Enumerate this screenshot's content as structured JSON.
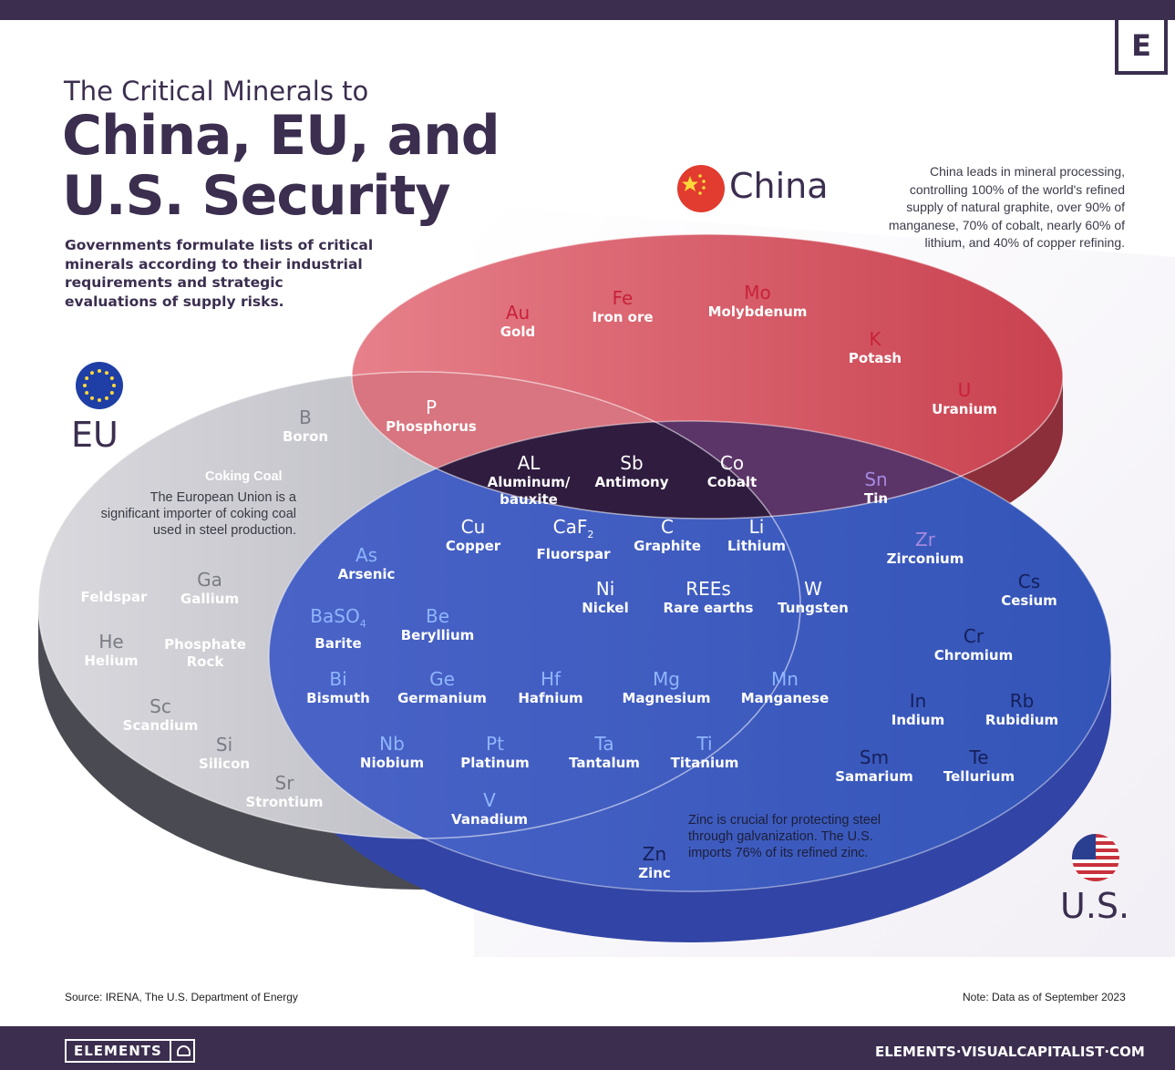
{
  "header": {
    "pretitle": "The Critical Minerals to",
    "title": "China, EU, and U.S. Security",
    "subtitle": "Governments formulate lists of critical minerals according to their industrial requirements and strategic evaluations of supply risks.",
    "corner_logo": "E"
  },
  "regions": {
    "china": "China",
    "eu": "EU",
    "us": "U.S."
  },
  "notes": {
    "china": "China leads in mineral processing, controlling 100% of the world's refined supply of natural graphite, over 90% of manganese, 70% of cobalt, nearly 60% of lithium, and 40% of copper refining.",
    "eu_title": "Coking Coal",
    "eu": "The European Union is a significant importer of coking coal used in steel production.",
    "us": "Zinc is crucial for protecting steel through galvanization. The U.S. imports 76% of its refined zinc."
  },
  "minerals": [
    {
      "sym": "Au",
      "name": "Gold",
      "group": "china"
    },
    {
      "sym": "Fe",
      "name": "Iron ore",
      "group": "china"
    },
    {
      "sym": "Mo",
      "name": "Molybdenum",
      "group": "china"
    },
    {
      "sym": "K",
      "name": "Potash",
      "group": "china"
    },
    {
      "sym": "U",
      "name": "Uranium",
      "group": "china"
    },
    {
      "sym": "P",
      "name": "Phosphorus",
      "group": "china_eu"
    },
    {
      "sym": "B",
      "name": "Boron",
      "group": "eu"
    },
    {
      "sym": "Ga",
      "name": "Gallium",
      "group": "eu"
    },
    {
      "sym": "",
      "name": "Feldspar",
      "group": "eu"
    },
    {
      "sym": "He",
      "name": "Helium",
      "group": "eu"
    },
    {
      "sym": "",
      "name": "Phosphate Rock",
      "group": "eu"
    },
    {
      "sym": "Sc",
      "name": "Scandium",
      "group": "eu"
    },
    {
      "sym": "Si",
      "name": "Silicon",
      "group": "eu"
    },
    {
      "sym": "Sr",
      "name": "Strontium",
      "group": "eu"
    },
    {
      "sym": "AL",
      "name": "Aluminum/ bauxite",
      "group": "all"
    },
    {
      "sym": "Sb",
      "name": "Antimony",
      "group": "all"
    },
    {
      "sym": "Co",
      "name": "Cobalt",
      "group": "all"
    },
    {
      "sym": "Cu",
      "name": "Copper",
      "group": "all"
    },
    {
      "sym": "CaF2",
      "name": "Fluorspar",
      "group": "all"
    },
    {
      "sym": "C",
      "name": "Graphite",
      "group": "all"
    },
    {
      "sym": "Li",
      "name": "Lithium",
      "group": "all"
    },
    {
      "sym": "Ni",
      "name": "Nickel",
      "group": "all"
    },
    {
      "sym": "REEs",
      "name": "Rare earths",
      "group": "all"
    },
    {
      "sym": "W",
      "name": "Tungsten",
      "group": "all"
    },
    {
      "sym": "Sn",
      "name": "Tin",
      "group": "china_us"
    },
    {
      "sym": "Zr",
      "name": "Zirconium",
      "group": "china_us"
    },
    {
      "sym": "As",
      "name": "Arsenic",
      "group": "eu_us"
    },
    {
      "sym": "BaSO4",
      "name": "Barite",
      "group": "eu_us"
    },
    {
      "sym": "Be",
      "name": "Beryllium",
      "group": "eu_us"
    },
    {
      "sym": "Bi",
      "name": "Bismuth",
      "group": "eu_us"
    },
    {
      "sym": "Ge",
      "name": "Germanium",
      "group": "eu_us"
    },
    {
      "sym": "Hf",
      "name": "Hafnium",
      "group": "eu_us"
    },
    {
      "sym": "Mg",
      "name": "Magnesium",
      "group": "eu_us"
    },
    {
      "sym": "Mn",
      "name": "Manganese",
      "group": "eu_us"
    },
    {
      "sym": "Nb",
      "name": "Niobium",
      "group": "eu_us"
    },
    {
      "sym": "Pt",
      "name": "Platinum",
      "group": "eu_us"
    },
    {
      "sym": "Ta",
      "name": "Tantalum",
      "group": "eu_us"
    },
    {
      "sym": "Ti",
      "name": "Titanium",
      "group": "eu_us"
    },
    {
      "sym": "V",
      "name": "Vanadium",
      "group": "eu_us"
    },
    {
      "sym": "Cs",
      "name": "Cesium",
      "group": "us"
    },
    {
      "sym": "Cr",
      "name": "Chromium",
      "group": "us"
    },
    {
      "sym": "In",
      "name": "Indium",
      "group": "us"
    },
    {
      "sym": "Rb",
      "name": "Rubidium",
      "group": "us"
    },
    {
      "sym": "Sm",
      "name": "Samarium",
      "group": "us"
    },
    {
      "sym": "Te",
      "name": "Tellurium",
      "group": "us"
    },
    {
      "sym": "Zn",
      "name": "Zinc",
      "group": "us"
    }
  ],
  "footer": {
    "source": "Source: IRENA, The U.S. Department of Energy",
    "note": "Note: Data as of September 2023",
    "brand": "ELEMENTS",
    "site": "ELEMENTS·VISUALCAPITALIST·COM"
  },
  "colors": {
    "brand_purple": "#3b2e4f",
    "china_red": "#d4535f",
    "eu_gray": "#c9c9cf",
    "us_blue": "#3f5fc2",
    "center_dark": "#2f1c3f"
  }
}
